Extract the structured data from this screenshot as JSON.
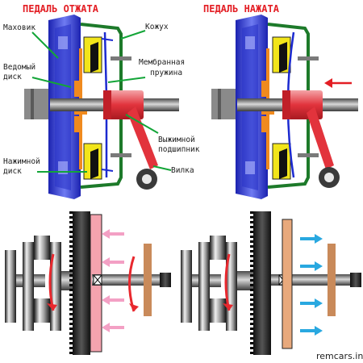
{
  "titles": {
    "released": "ПЕДАЛЬ ОТЖАТА",
    "pressed": "ПЕДАЛЬ НАЖАТА"
  },
  "labels": {
    "flywheel": "Маховик",
    "driven_disc_1": "Ведомый",
    "driven_disc_2": "диск",
    "pressure_disc_1": "Нажимной",
    "pressure_disc_2": "диск",
    "housing": "Кожух",
    "diaphragm_1": "Мембранная",
    "diaphragm_2": "пружина",
    "release_bearing_1": "Выжимной",
    "release_bearing_2": "подшипник",
    "fork": "Вилка"
  },
  "watermark": "remcars.info",
  "colors": {
    "title_red": "#e31e24",
    "flywheel_blue": "#2f3ad8",
    "pressure_yellow": "#f2e51a",
    "housing_green": "#1d7a2a",
    "diaphragm_blue": "#1c2ad0",
    "bearing_red": "#e63b45",
    "driven_orange": "#f08a1e",
    "shaft_grey": "#6d6d6d",
    "leader_green": "#13a538",
    "force_pink": "#f3a0c4",
    "force_blue": "#29a8e0",
    "rotation_red": "#e8282e",
    "friction_tan": "#c98a5a"
  },
  "icons": {
    "force_arrow": "right-arrow",
    "return_arrow": "left-arrow",
    "rotation": "circular-arrow"
  }
}
